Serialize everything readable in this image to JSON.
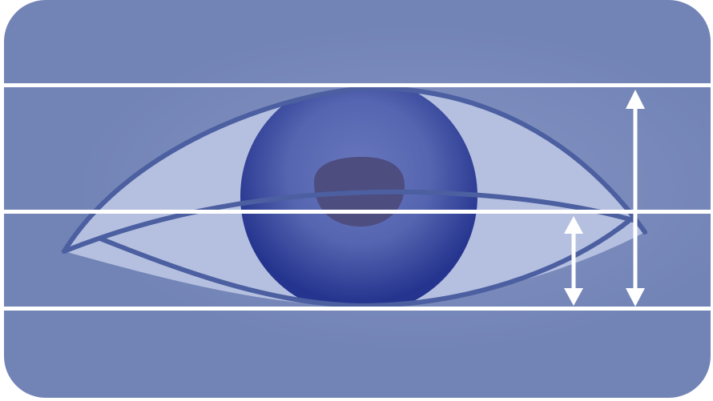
{
  "diagram": {
    "subject": "eye-proportions",
    "colors": {
      "panel": "#7283b6",
      "panel_glow": "#8796c4",
      "sclera": "#b5c0e0",
      "eye_outline": "#4c5fa0",
      "iris_center": "#6877bd",
      "iris_edge": "#25348e",
      "pupil": "#4d4d80",
      "guide_line": "#ffffff",
      "arrow": "#ffffff"
    },
    "guide_lines": [
      {
        "name": "upper-lid-line"
      },
      {
        "name": "middle-line"
      },
      {
        "name": "lower-lid-line"
      }
    ],
    "arrows": [
      {
        "name": "short-height-arrow",
        "spans": "middle-to-bottom"
      },
      {
        "name": "full-height-arrow",
        "spans": "top-to-bottom"
      }
    ]
  }
}
